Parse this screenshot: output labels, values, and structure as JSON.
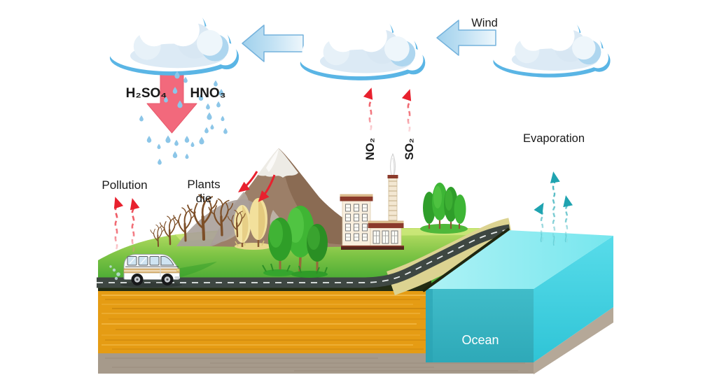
{
  "diagram": {
    "type": "acid-rain-cycle-illustration",
    "labels": {
      "wind": "Wind",
      "h2so4": "H₂SO₄",
      "hno3": "HNO₃",
      "no2": "NO₂",
      "so2": "SO₂",
      "evaporation": "Evaporation",
      "pollution": "Pollution",
      "plants_die_line1": "Plants",
      "plants_die_line2": "die",
      "ocean": "Ocean"
    },
    "scene_elements": [
      "rain cloud dropping acid rain",
      "transport cloud",
      "source cloud with wind arrow",
      "big red acid-rain arrow with raindrops",
      "red pollution arrows",
      "red NO2 and SO2 emission arrows rising to cloud",
      "teal evaporation arrows rising from ocean",
      "mountain with snow cap and red deposition arrows",
      "dead bare trees and dying yellow trees",
      "healthy green trees",
      "factory with smoking chimney",
      "van driving on road",
      "curving road to the coast",
      "grass land block",
      "orange soil layer",
      "gray rock layer",
      "cyan ocean water block"
    ],
    "colors": {
      "background": "#ffffff",
      "cloud_blue": "#5ab5e5",
      "arrow_blue_fill": "#b9dcf2",
      "acid_arrow_red": "#f2697c",
      "emission_red": "#e8212e",
      "evaporation_teal": "#1fa3b0",
      "raindrop_blue": "#8cc6e8",
      "grass_green": "#7cc344",
      "soil_orange": "#e59c14",
      "rock_gray": "#a69a8b",
      "ocean_cyan": "#55dcea",
      "road_gray": "#3e4742",
      "sand_tan": "#dcd391",
      "factory_wall": "#f8eedd",
      "factory_roof": "#8b3a2b",
      "label_text": "#1a1a1a"
    }
  }
}
